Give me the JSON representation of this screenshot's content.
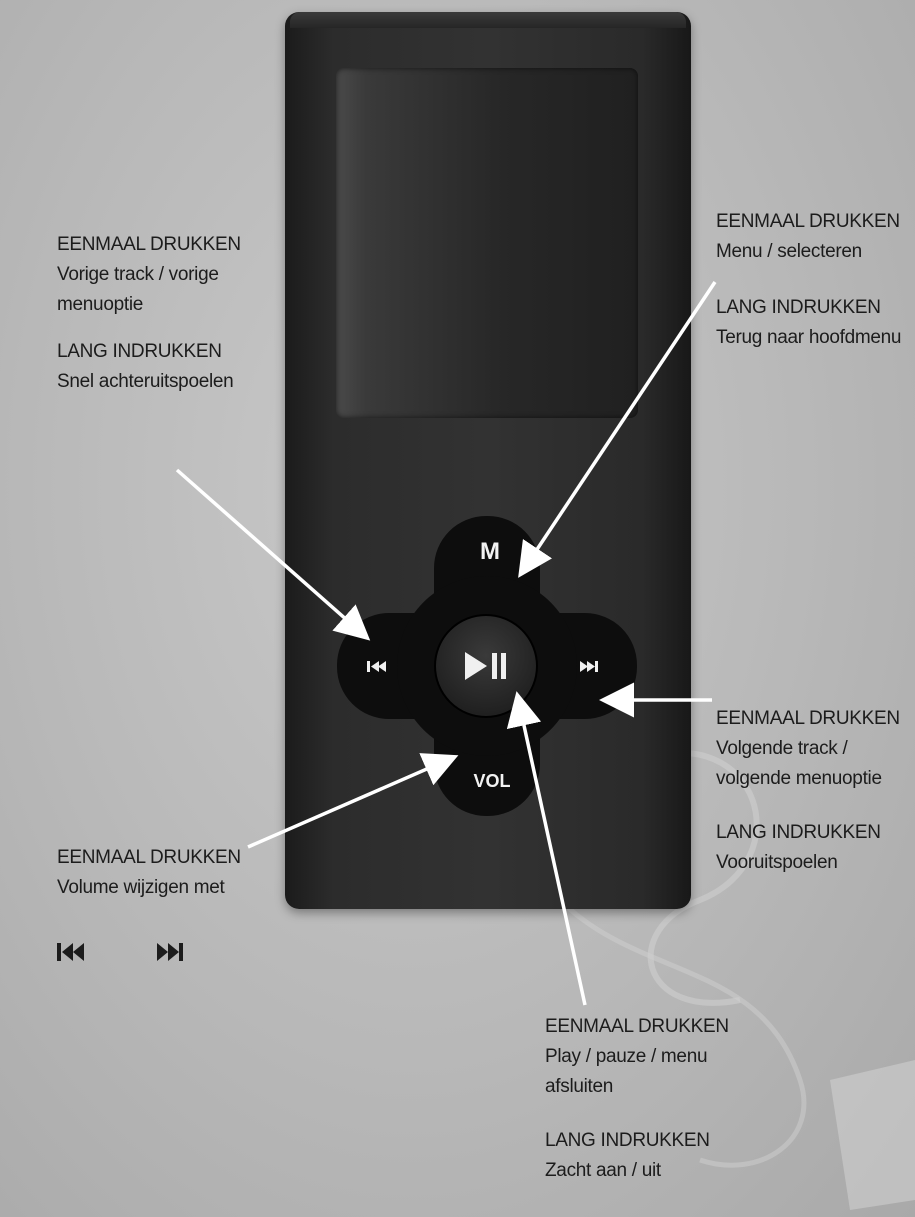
{
  "device": {
    "buttons": {
      "menu_label": "M",
      "volume_label": "VOL"
    }
  },
  "callouts": {
    "previous": {
      "press_once_title": "EENMAAL DRUKKEN",
      "press_once_lines": [
        "Vorige track / vorige",
        "menuoptie"
      ],
      "long_press_title": "LANG INDRUKKEN",
      "long_press_lines": [
        "Snel achteruitspoelen"
      ]
    },
    "menu": {
      "press_once_title": "EENMAAL DRUKKEN",
      "press_once_lines": [
        "Menu / selecteren"
      ],
      "long_press_title": "LANG INDRUKKEN",
      "long_press_lines": [
        "Terug naar hoofdmenu"
      ]
    },
    "next": {
      "press_once_title": "EENMAAL DRUKKEN",
      "press_once_lines": [
        "Volgende track /",
        "volgende menuoptie"
      ],
      "long_press_title": "LANG INDRUKKEN",
      "long_press_lines": [
        "Vooruitspoelen"
      ]
    },
    "volume": {
      "press_once_title": "EENMAAL DRUKKEN",
      "press_once_lines": [
        "Volume wijzigen met"
      ]
    },
    "play_pause": {
      "press_once_title": "EENMAAL DRUKKEN",
      "press_once_lines": [
        "Play / pauze / menu",
        "afsluiten"
      ],
      "long_press_title": "LANG INDRUKKEN",
      "long_press_lines": [
        "Zacht aan / uit"
      ]
    }
  },
  "icons": {
    "previous": "skip-previous-icon",
    "next": "skip-next-icon",
    "play_pause": "play-pause-icon"
  },
  "colors": {
    "device_body": "#2c2c2c",
    "screen": "#2a2a2a",
    "button_face": "#0d0d0d",
    "label_text": "#1c1c1c",
    "arrow": "#ffffff"
  }
}
